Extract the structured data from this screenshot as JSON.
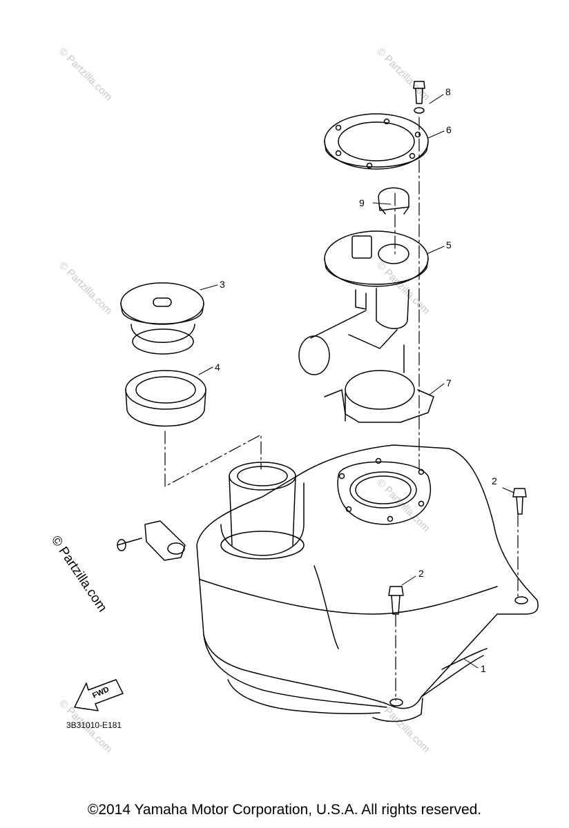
{
  "callouts": {
    "c1": "1",
    "c2a": "2",
    "c2b": "2",
    "c3": "3",
    "c4": "4",
    "c5": "5",
    "c6": "6",
    "c7": "7",
    "c8": "8",
    "c9": "9"
  },
  "fwd_label": "FWD",
  "diagram_code": "3B31010-E181",
  "copyright": "©2014  Yamaha Motor Corporation, U.S.A. All rights reserved.",
  "watermark": "© Partzilla.com",
  "side_watermark": "© Partzilla.com"
}
